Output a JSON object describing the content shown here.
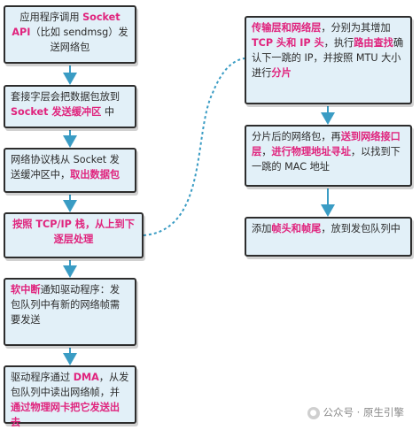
{
  "left_boxes": [
    [
      {
        "t": "应用程序调用 "
      },
      {
        "t": "Socket API",
        "hl": true
      },
      {
        "t": "（比如 sendmsg）发送网络包"
      }
    ],
    [
      {
        "t": "套接字层会把数据包放到 "
      },
      {
        "t": "Socket 发送缓冲区",
        "hl": true
      },
      {
        "t": " 中"
      }
    ],
    [
      {
        "t": "网络协议栈从 Socket 发送缓冲区中，"
      },
      {
        "t": "取出数据包",
        "hl": true
      }
    ],
    [
      {
        "t": "按照 TCP/IP 栈，从上到下逐层处理",
        "hl": true
      }
    ],
    [
      {
        "t": "软中断",
        "hl": true
      },
      {
        "t": "通知驱动程序：发包队列中有新的网络帧需要发送"
      }
    ],
    [
      {
        "t": "驱动程序通过 "
      },
      {
        "t": "DMA",
        "hl": true
      },
      {
        "t": "，从发包队列中读出网络帧，并"
      },
      {
        "t": "通过物理网卡把它发送出去",
        "hl": true
      }
    ]
  ],
  "right_boxes": [
    [
      {
        "t": "传输层和网络层",
        "hl": true
      },
      {
        "t": "，分别为其增加 "
      },
      {
        "t": "TCP 头和 IP 头",
        "hl": true
      },
      {
        "t": "，执行"
      },
      {
        "t": "路由查找",
        "hl": true
      },
      {
        "t": "确认下一跳的 IP，并按照 MTU 大小进行"
      },
      {
        "t": "分片",
        "hl": true
      }
    ],
    [
      {
        "t": "分片后的网络包，再"
      },
      {
        "t": "送到网络接口层",
        "hl": true
      },
      {
        "t": "，"
      },
      {
        "t": "进行物理地址寻址",
        "hl": true
      },
      {
        "t": "，以找到下一跳的 MAC 地址"
      }
    ],
    [
      {
        "t": "添加"
      },
      {
        "t": "帧头和帧尾",
        "hl": true
      },
      {
        "t": "，放到发包队列中"
      }
    ]
  ],
  "watermark": "公众号 · 原生引擎",
  "colors": {
    "highlight": "#e0237d",
    "box_fill": "#e2f0f8",
    "connector": "#3a9cc4"
  }
}
